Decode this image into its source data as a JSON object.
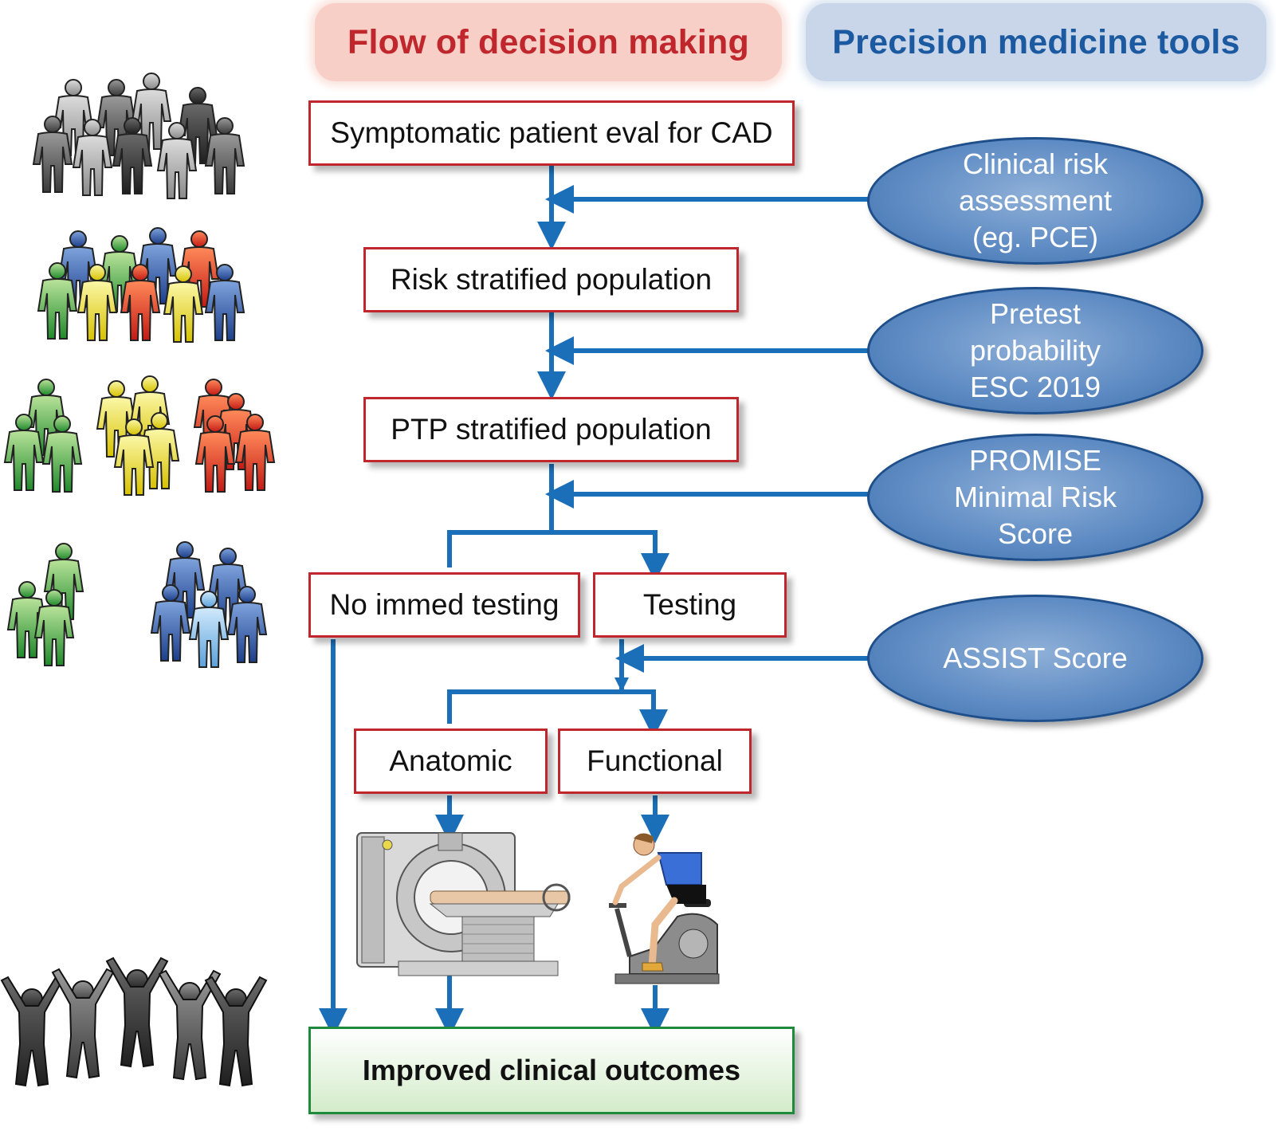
{
  "header": {
    "left_title": "Flow of decision making",
    "right_title": "Precision medicine tools"
  },
  "flow": {
    "step1": "Symptomatic patient eval for CAD",
    "step2": "Risk stratified population",
    "step3": "PTP stratified population",
    "no_testing": "No immed testing",
    "testing": "Testing",
    "anatomic": "Anatomic",
    "functional": "Functional",
    "outcome": "Improved clinical outcomes"
  },
  "tools": {
    "tool1": [
      "Clinical risk",
      "assessment",
      "(eg. PCE)"
    ],
    "tool2": [
      "Pretest",
      "probability",
      "ESC 2019"
    ],
    "tool3": [
      "PROMISE",
      "Minimal Risk",
      "Score"
    ],
    "tool4": [
      "ASSIST Score"
    ]
  },
  "colors": {
    "arrow": "#1a6fb8",
    "box_border": "#c0272d",
    "outcome_border": "#1f8a3b",
    "ellipse": "#5f8cc4"
  },
  "icons": {
    "population_all": "people-group-gray-icon",
    "population_risk": "people-group-colored-icon",
    "population_ptp": "people-groups-green-yellow-red-icon",
    "population_no_test": "people-green-icon",
    "population_test": "people-blue-icon",
    "ct_scanner": "ct-scanner-icon",
    "exercise_bike": "exercise-bike-icon",
    "celebrating_people": "celebrating-people-icon"
  }
}
